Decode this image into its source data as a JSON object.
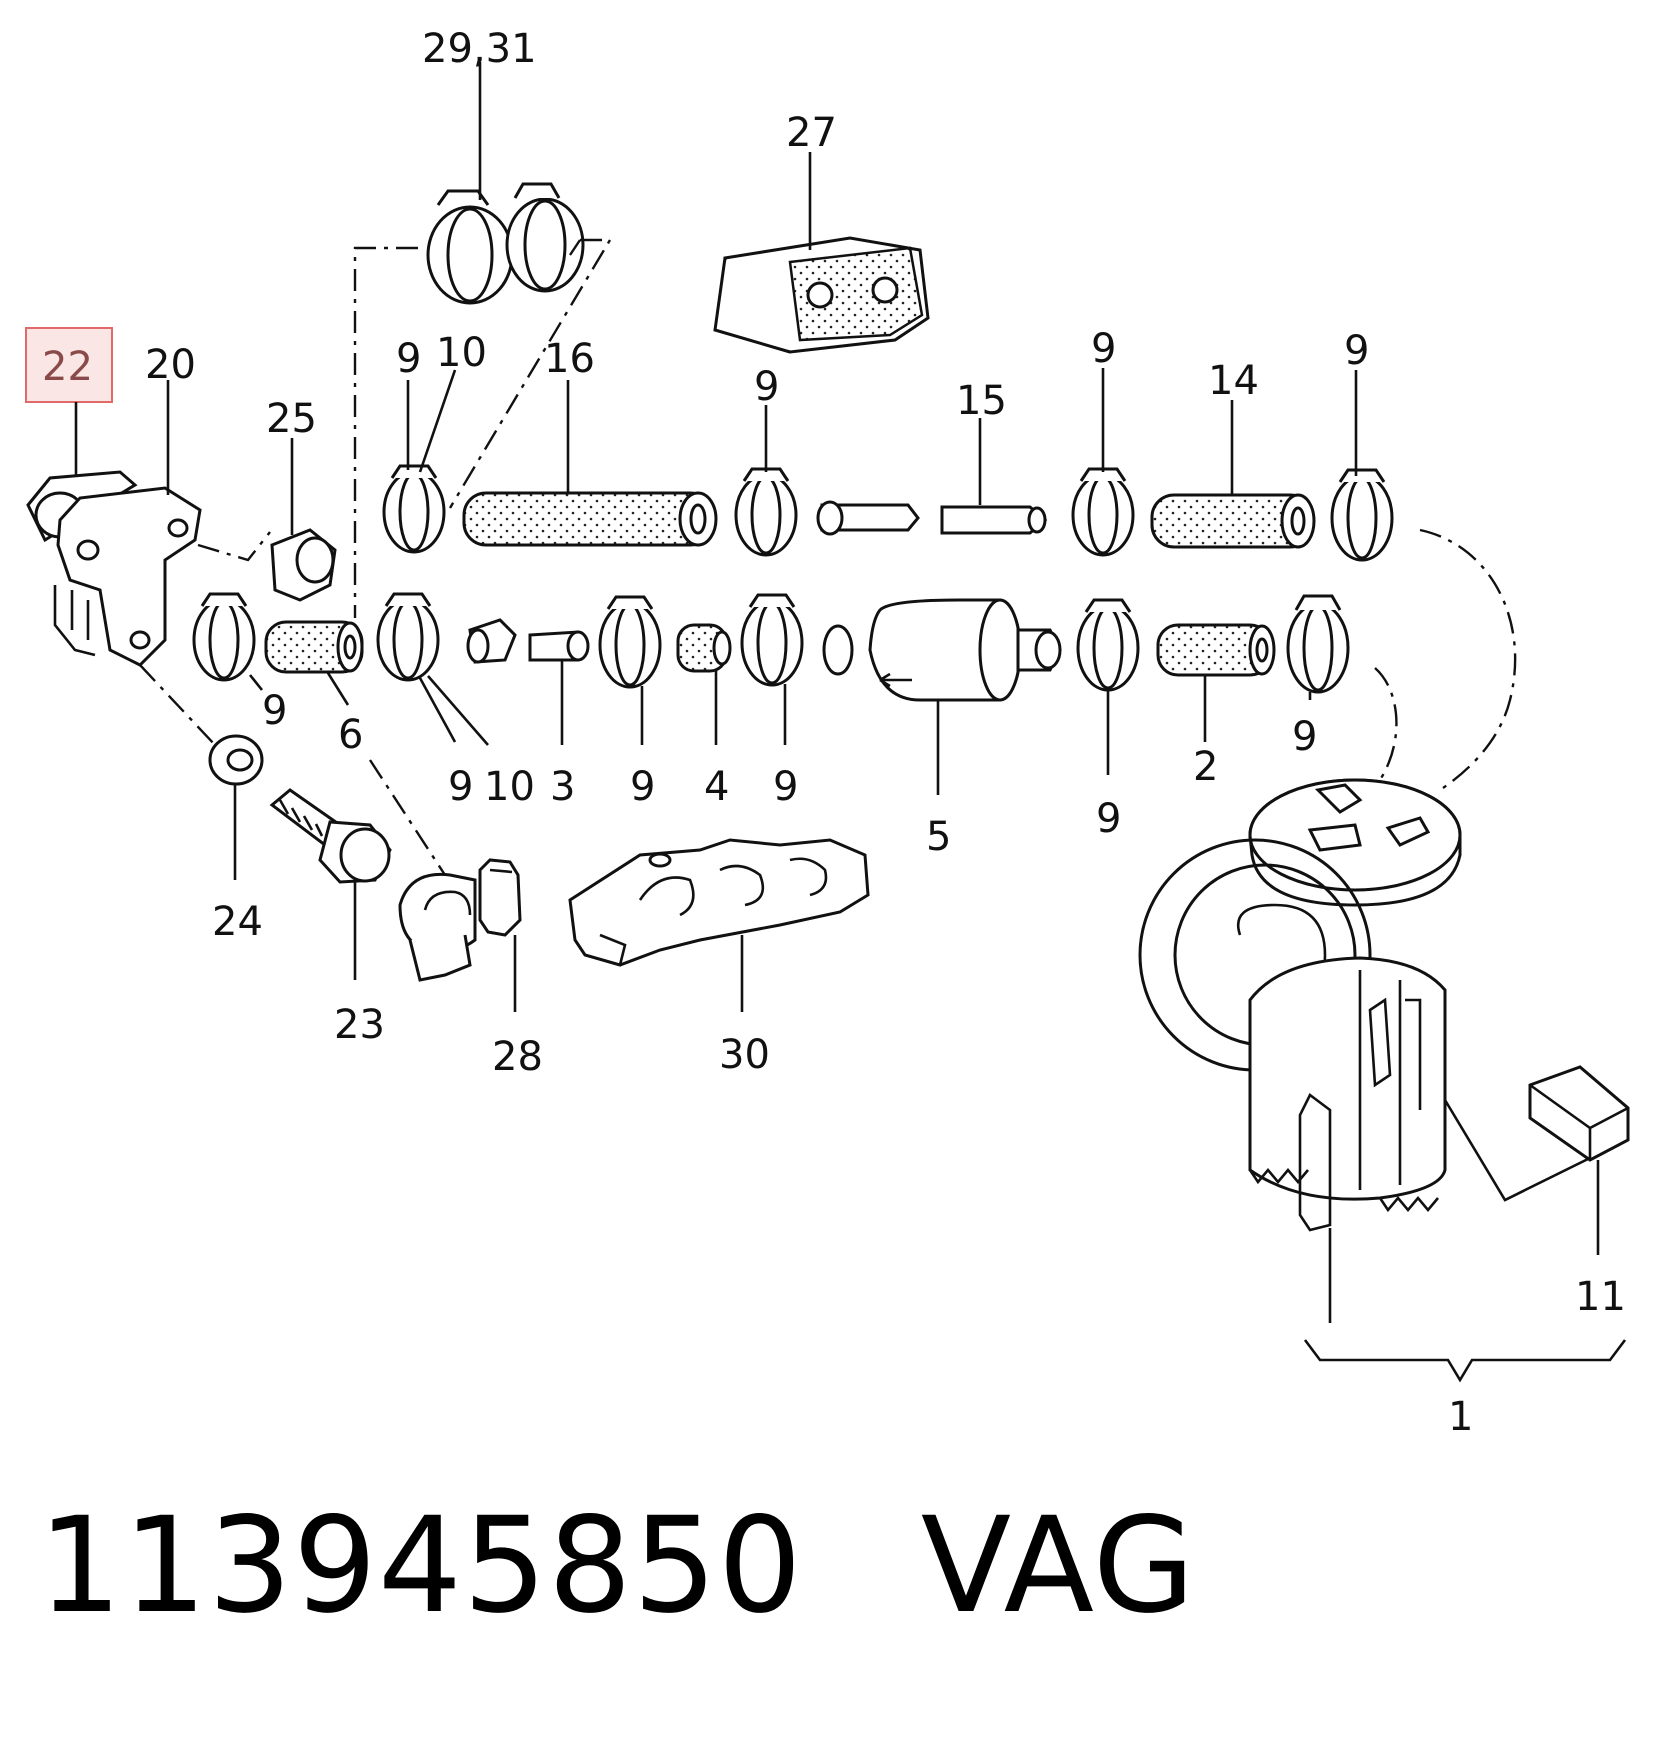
{
  "labels": {
    "l29_31": "29,31",
    "l27": "27",
    "l22": "22",
    "l20": "20",
    "l25": "25",
    "l9a": "9",
    "l10a": "10",
    "l16": "16",
    "l9b": "9",
    "l15": "15",
    "l9c": "9",
    "l14": "14",
    "l9d": "9",
    "l9e": "9",
    "l6": "6",
    "l9f": "9",
    "l10b": "10",
    "l3": "3",
    "l9g": "9",
    "l4": "4",
    "l9h": "9",
    "l5": "5",
    "l9i": "9",
    "l2": "2",
    "l9j": "9",
    "l24": "24",
    "l23": "23",
    "l28": "28",
    "l30": "30",
    "l11": "11",
    "l1": "1"
  },
  "highlight": {
    "label": "22",
    "color": "#e06a6a"
  },
  "footer": {
    "part_number": "113945850",
    "brand": "VAG"
  }
}
